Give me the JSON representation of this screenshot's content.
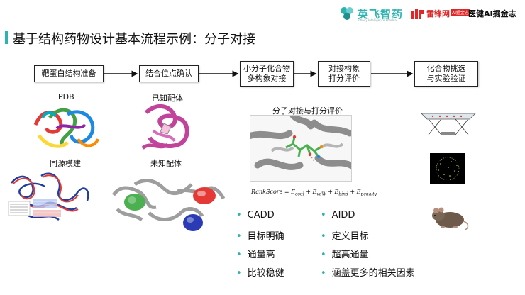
{
  "header": {
    "brand1": "英飞智药",
    "brand1_sub": "Infinity Intelligence Pharma",
    "brand2": "雷锋网",
    "brand2_badge": "AI掘金志",
    "brand3": "医健AI掘金志"
  },
  "title": "基于结构药物设计基本流程示例：分子对接",
  "flow": [
    {
      "label": "靶蛋白结构准备"
    },
    {
      "label": "结合位点确认"
    },
    {
      "label": "小分子化合物\n多构象对接"
    },
    {
      "label": "对接构象\n打分评价"
    },
    {
      "label": "化合物挑选\n与实验验证"
    }
  ],
  "panels": {
    "pdb": "PDB",
    "known_ligand": "已知配体",
    "homology": "同源模建",
    "unknown_ligand": "未知配体",
    "docking": "分子对接与打分评价"
  },
  "formula": {
    "lhs": "RankScore = E",
    "t1": "coul",
    "t2": "vdW",
    "t3": "bind",
    "t4": "penalty"
  },
  "bullets_left": [
    "CADD",
    "目标明确",
    "通量高",
    "比较稳健"
  ],
  "bullets_right": [
    "AIDD",
    "定义目标",
    "超高通量",
    "涵盖更多的相关因素"
  ],
  "colors": {
    "accent": "#2bb3b1",
    "brand_red": "#e02727"
  }
}
